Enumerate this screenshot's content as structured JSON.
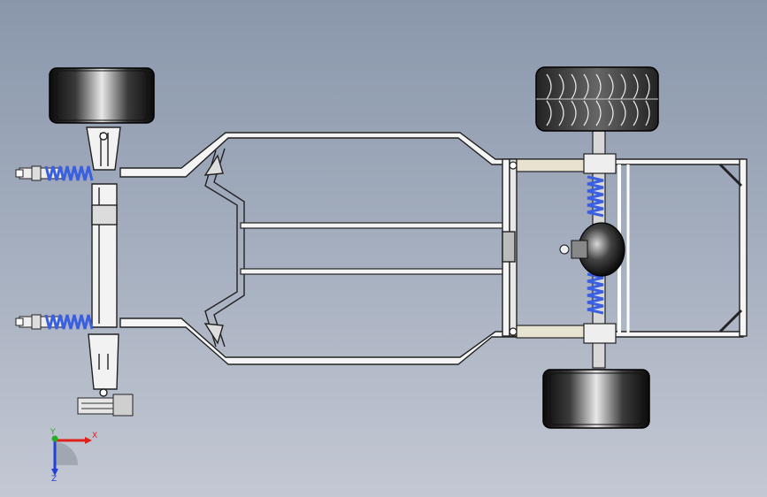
{
  "triad": {
    "x_label": "X",
    "y_label": "Y",
    "z_label": "Z",
    "x_color": "#e0201a",
    "y_color": "#22b022",
    "z_color": "#2040d8"
  },
  "colors": {
    "background_top": "#8a97ab",
    "background_bottom": "#c3c8d3",
    "frame_fill": "#f4f4f4",
    "frame_stroke": "#2a2a2a",
    "spring_color": "#3a5fe0",
    "tire": "#1a1a1a"
  }
}
